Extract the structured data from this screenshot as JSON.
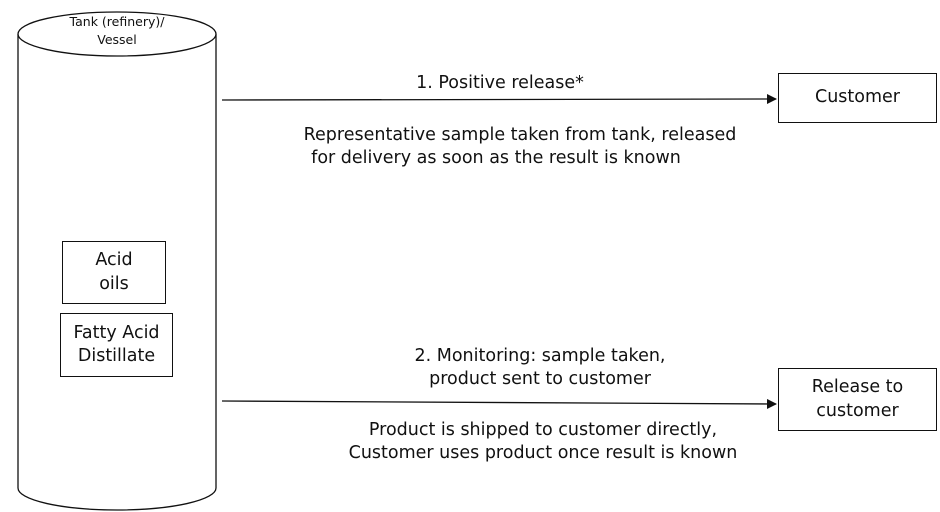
{
  "tank": {
    "label_line1": "Tank (refinery)/",
    "label_line2": "Vessel"
  },
  "contents": [
    {
      "label": "Acid\noils"
    },
    {
      "label": "Fatty Acid\nDistillate"
    }
  ],
  "flows": [
    {
      "title": "1. Positive release*",
      "note_line1": "Representative sample taken from tank, released",
      "note_line2": "for delivery as soon as the result is known",
      "destination": "Customer"
    },
    {
      "title_line1": "2. Monitoring: sample taken,",
      "title_line2": "product sent to customer",
      "note_line1": "Product is shipped to customer directly,",
      "note_line2": "Customer uses product once result is known",
      "destination": "Release to\ncustomer"
    }
  ],
  "colors": {
    "stroke": "#111111",
    "background": "#ffffff"
  }
}
